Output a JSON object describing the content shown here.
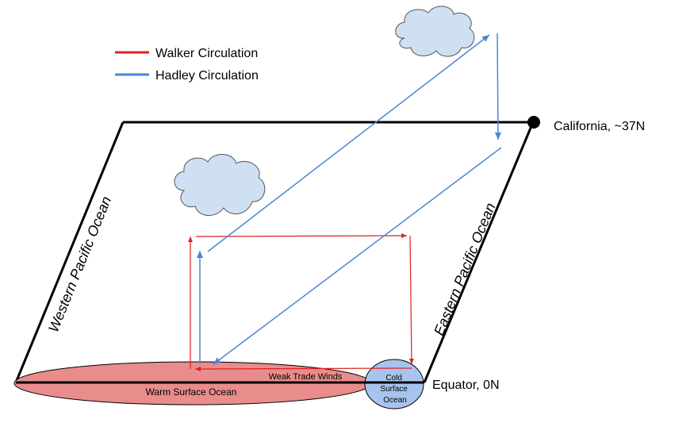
{
  "legend": {
    "walker": {
      "label": "Walker Circulation",
      "color": "#e02020"
    },
    "hadley": {
      "label": "Hadley Circulation",
      "color": "#4a86d8"
    }
  },
  "labels": {
    "california": "California, ~37N",
    "equator": "Equator, 0N",
    "western_pacific": "Western Pacific Ocean",
    "eastern_pacific": "Eastern Pacific Ocean",
    "warm_ocean": "Warm Surface Ocean",
    "cold_ocean": [
      "Cold",
      "Surface",
      "Ocean"
    ],
    "trade_winds": "Weak Trade Winds"
  },
  "colors": {
    "warm_ocean_fill": "#e88c8c",
    "cold_ocean_fill": "#a8c4ec",
    "cloud_fill": "#cfe0f3",
    "outline": "#000000"
  },
  "icons": [
    "cloud-icon",
    "california-marker-icon"
  ]
}
